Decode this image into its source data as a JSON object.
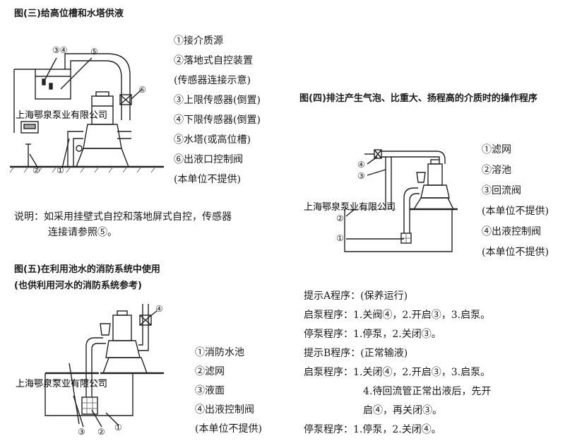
{
  "fig3": {
    "title": "图(三)给高位槽和水塔供液",
    "callouts": [
      "③④",
      "⑤",
      "⑥",
      "②",
      "①"
    ],
    "legend": [
      "①接介质源",
      "②落地式自控装置",
      "(传感器连接示意)",
      "③上限传感器(倒置)",
      "④下限传感器(倒置)",
      "⑤水塔(或高位槽)",
      "⑥出液口控制阀",
      "(本单位不提供)"
    ],
    "note_line1": "说明：如采用挂壁式自控和落地屏式自控，传感器",
    "note_line2": "连接请参照⑤。"
  },
  "fig4": {
    "title": "图(四)排注产生气泡、比重大、扬程高的介质时的操作程序",
    "callouts": [
      "④",
      "③",
      "②",
      "①"
    ],
    "legend": [
      "①滤网",
      "②溶池",
      "③回流阀",
      "(本单位不提供)",
      "④出液控制阀",
      "(本单位不提供)"
    ]
  },
  "fig5": {
    "title_line1": "图(五)在利用池水的消防系统中使用",
    "title_line2": "(也供利用河水的消防系统参考)",
    "callouts": [
      "④",
      "③",
      "②",
      "①"
    ],
    "legend": [
      "①消防水池",
      "②滤网",
      "③液面",
      "④出液控制阀",
      "(本单位不提供)"
    ]
  },
  "procedures": {
    "a_title": "提示A程序：(保养运行)",
    "a_start": "启泵程序：1.关阀④，2.开启③，3.启泵。",
    "a_stop": "停泵程序：1.停泵，2.关闭③。",
    "b_title": "提示B程序：(正常输液)",
    "b_start": "启泵程序：1.关闭④，2.开启③，3.启泵。",
    "b_start_cont1": "4.待回流管正常出液后，先开",
    "b_start_cont2": "启④，再关闭③。",
    "b_stop": "停泵程序：1.停泵，2.关闭④。"
  },
  "watermark": "上海鄂泉泵业有限公司"
}
